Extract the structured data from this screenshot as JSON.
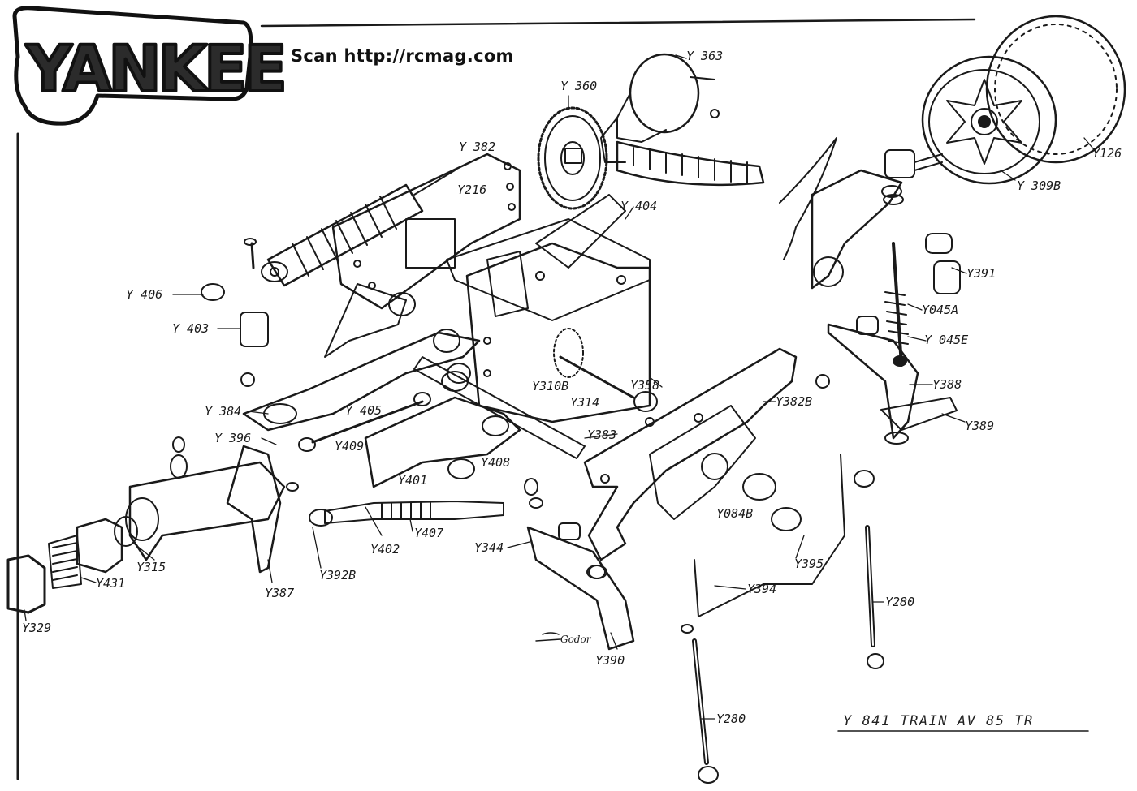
{
  "header": {
    "brand": "YANKEE",
    "scan_credit": "Scan http://rcmag.com"
  },
  "drawing_title": "Y 841 TRAIN AV 85 TR",
  "signature": "Godor",
  "parts": [
    "Y 363",
    "Y 360",
    "Y 382",
    "Y216",
    "Y 404",
    "Y 406",
    "Y 403",
    "Y 384",
    "Y 405",
    "Y 396",
    "Y409",
    "Y401",
    "Y408",
    "Y310B",
    "Y314",
    "Y358",
    "Y383",
    "Y382B",
    "Y126",
    "Y 309B",
    "Y391",
    "Y045A",
    "Y 045E",
    "Y388",
    "Y389",
    "Y084B",
    "Y395",
    "Y394",
    "Y280",
    "Y280",
    "Y344",
    "Y390",
    "Y402",
    "Y407",
    "Y392B",
    "Y387",
    "Y315",
    "Y431",
    "Y329"
  ]
}
